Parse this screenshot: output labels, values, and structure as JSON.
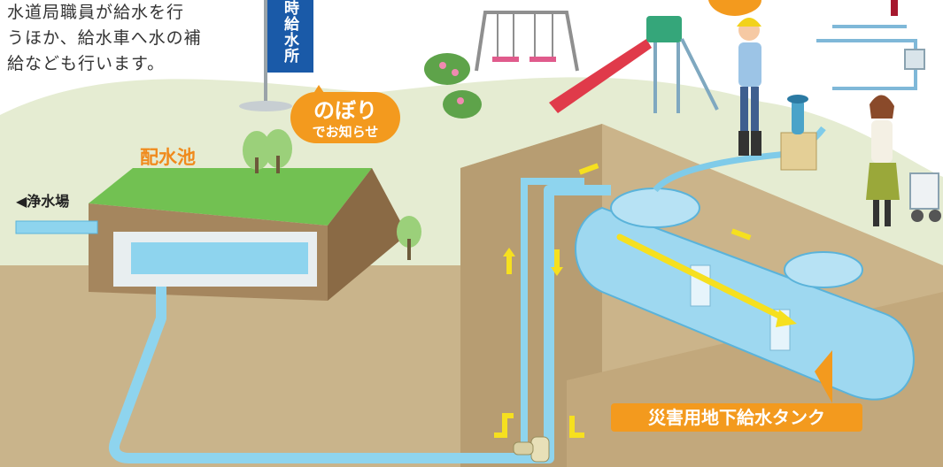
{
  "intro": {
    "text": "水道局職員が給水を行\nうほか、給水車へ水の補\n給なども行います。"
  },
  "banner": {
    "text": "時給水所"
  },
  "callout": {
    "title": "のぼり",
    "subtitle": "でお知らせ"
  },
  "labels": {
    "reservoir": "配水池",
    "water_plant": "◀浄水場",
    "tank": "災害用地下給水タンク"
  },
  "colors": {
    "sky": "#ffffff",
    "ground": "#c8b187",
    "grass": "#dfe8c9",
    "reservoir_top": "#6cbf4f",
    "soil_wall": "#a88459",
    "water": "#8ed4ee",
    "pipe": "#7fcbe9",
    "tank": "#9ed8f0",
    "accent_orange": "#f39a1e",
    "banner_blue": "#1a5aa8",
    "arrow_yellow": "#f6e01f",
    "slide_red": "#e03a4a",
    "play_green": "#35a67a"
  }
}
